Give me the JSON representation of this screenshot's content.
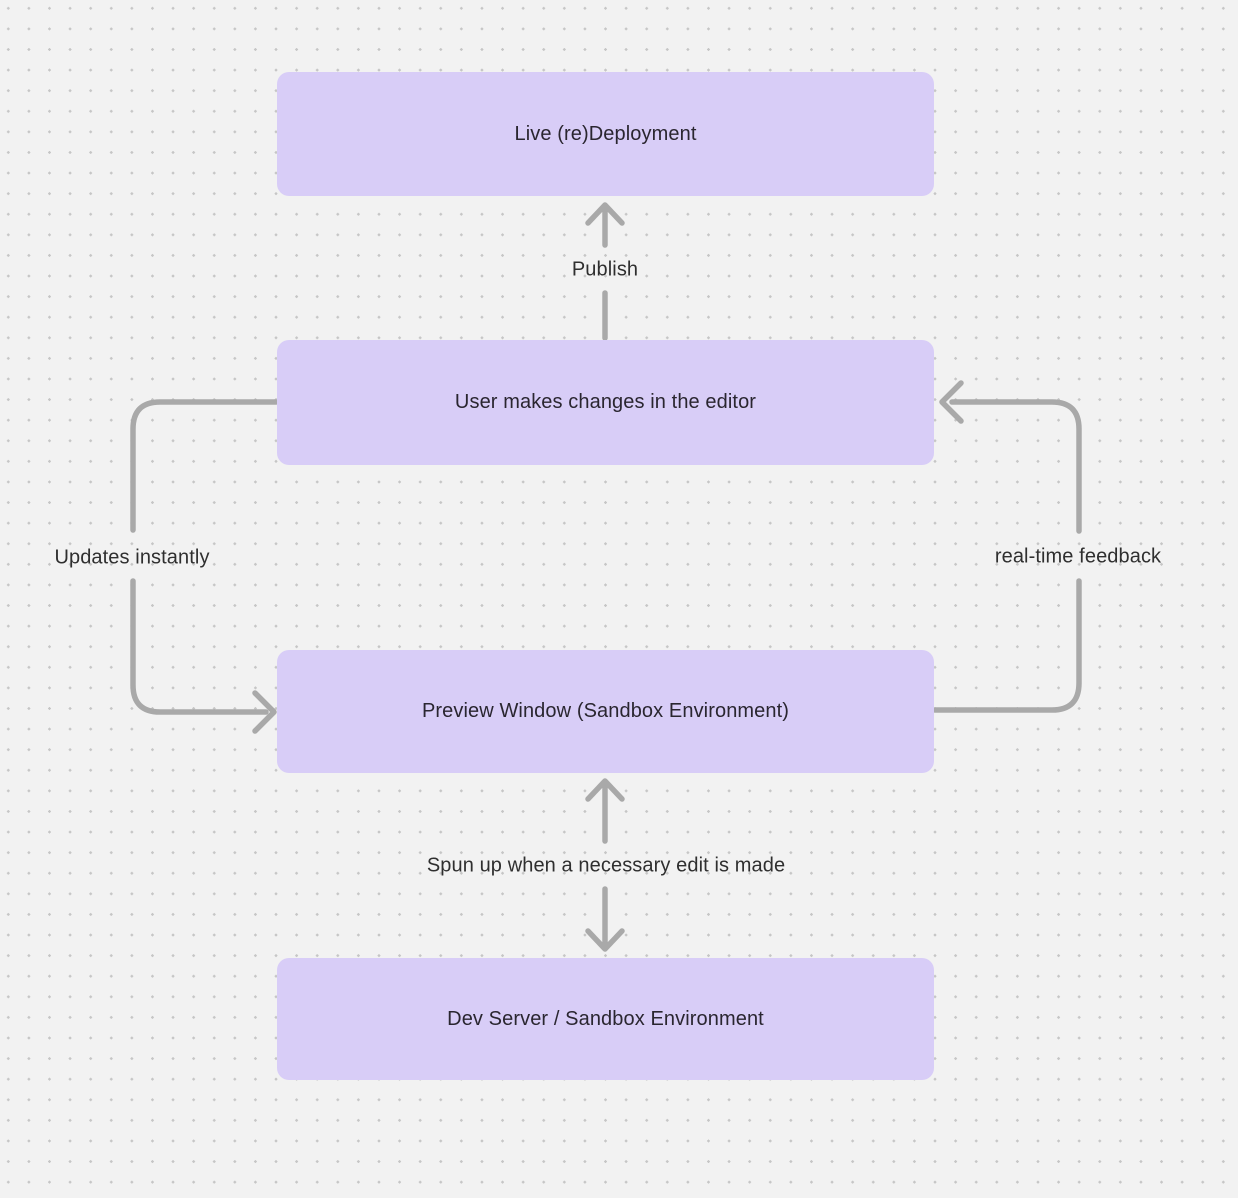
{
  "colors": {
    "bg": "#f2f2f2",
    "dot": "#c6c6c6",
    "node_fill": "#d8cdf7",
    "node_text": "#2a2630",
    "arrow": "#a9a9a9",
    "label_text": "#2f2f2f"
  },
  "diagram": {
    "type": "flowchart",
    "nodes": [
      {
        "id": "live-deployment",
        "label": "Live (re)Deployment"
      },
      {
        "id": "user-editor",
        "label": "User makes changes in the editor"
      },
      {
        "id": "preview-window",
        "label": "Preview Window (Sandbox Environment)"
      },
      {
        "id": "dev-server",
        "label": "Dev Server / Sandbox Environment"
      }
    ],
    "edges": [
      {
        "id": "publish",
        "from": "user-editor",
        "to": "live-deployment",
        "label": "Publish",
        "direction": "up"
      },
      {
        "id": "updates-instantly",
        "from": "user-editor",
        "to": "preview-window",
        "label": "Updates instantly",
        "direction": "left-loop-down"
      },
      {
        "id": "realtime-feedback",
        "from": "preview-window",
        "to": "user-editor",
        "label": "real-time feedback",
        "direction": "right-loop-up"
      },
      {
        "id": "spun-up",
        "from": "dev-server",
        "to": "preview-window",
        "label": "Spun up when a necessary edit is made",
        "direction": "bidirectional"
      }
    ]
  }
}
